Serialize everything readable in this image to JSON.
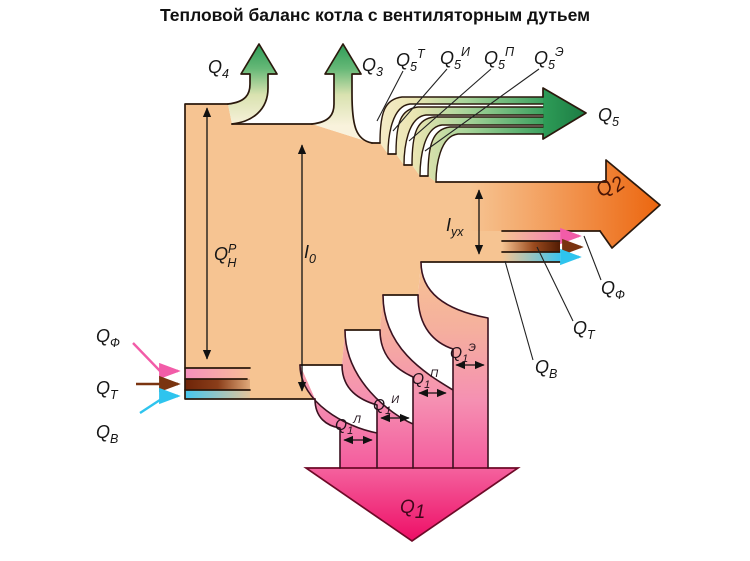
{
  "title": "Тепловой баланс котла с вентиляторным дутьем",
  "labels": {
    "q4": {
      "base": "Q",
      "sub": "4"
    },
    "q3": {
      "base": "Q",
      "sub": "3"
    },
    "q5t": {
      "base": "Q",
      "sub": "5",
      "sup": "Т"
    },
    "q5i": {
      "base": "Q",
      "sub": "5",
      "sup": "И"
    },
    "q5p": {
      "base": "Q",
      "sub": "5",
      "sup": "П"
    },
    "q5e": {
      "base": "Q",
      "sub": "5",
      "sup": "Э"
    },
    "q5": {
      "base": "Q",
      "sub": "5"
    },
    "q2": {
      "base": "Q",
      "sub": "2"
    },
    "q1": {
      "base": "Q",
      "sub": "1"
    },
    "q1l": {
      "base": "Q",
      "sub": "1",
      "sup": "Л"
    },
    "q1i": {
      "base": "Q",
      "sub": "1",
      "sup": "И"
    },
    "q1p": {
      "base": "Q",
      "sub": "1",
      "sup": "П"
    },
    "q1e": {
      "base": "Q",
      "sub": "1",
      "sup": "Э"
    },
    "qrn": {
      "base": "Q",
      "sup": "Р",
      "sub": "Н"
    },
    "i0": {
      "base": "I",
      "sub": "0"
    },
    "iux": {
      "base": "I",
      "sub": "ух"
    },
    "qf": {
      "base": "Q",
      "sub": "Ф"
    },
    "qt": {
      "base": "Q",
      "sub": "Т"
    },
    "qv": {
      "base": "Q",
      "sub": "В"
    }
  },
  "colors": {
    "flow_orange": "#F6C492",
    "arrow_green": "#2E9C57",
    "arrow_orange": "#EC660F",
    "arrow_magenta": "#EF0F6B",
    "stripe_pink": "#F590BE",
    "stripe_brown": "#6E2408",
    "stripe_cyan": "#44C6EF",
    "outline": "#2B190D"
  }
}
